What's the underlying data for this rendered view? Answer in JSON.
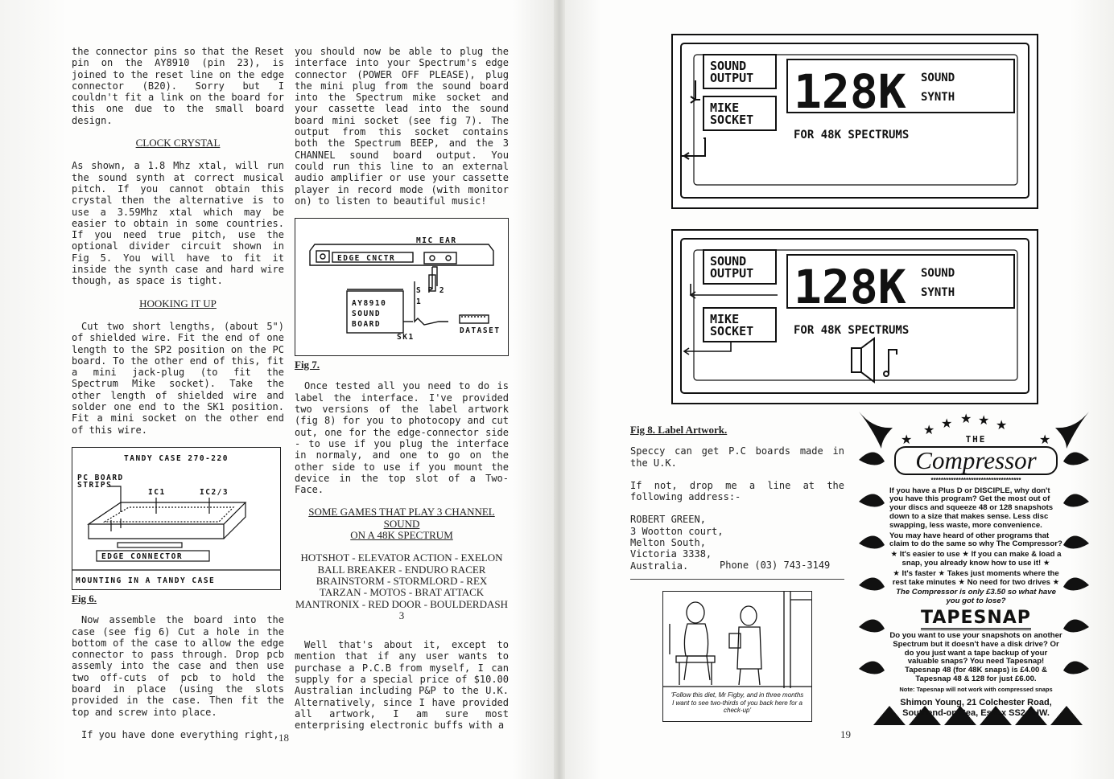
{
  "page_left": {
    "folio": "18",
    "col1": {
      "intro": "the connector pins so that the Reset pin on the AY8910 (pin 23), is joined to the reset line on the edge connector (B20). Sorry but I couldn't fit a link on the board for this one due to the small board design.",
      "h_crystal": "CLOCK CRYSTAL",
      "crystal": "As shown, a 1.8 Mhz xtal, will run the sound synth at correct musical pitch. If you cannot obtain this crystal then the alternative is to use a 3.59Mhz xtal which may be easier to obtain in some countries. If you need true pitch, use the optional divider circuit shown in Fig 5. You will have to fit it inside the synth case and hard wire though, as space is tight.",
      "h_hook": "HOOKING IT UP",
      "hook": "Cut two short lengths, (about 5\") of shielded wire. Fit the end of one length to the SP2 position on the PC board. To the other end of this, fit a mini jack-plug (to fit the Spectrum Mike socket). Take the other length of shielded wire and solder one end to the SK1 position. Fit a mini socket on the other end of this wire.",
      "fig6": {
        "title": "TANDY CASE 270-220",
        "pc_board": "PC BOARD",
        "strips": "STRIPS",
        "ic1": "IC1",
        "ic23": "IC2/3",
        "edge": "EDGE CONNECTOR",
        "mounting": "MOUNTING IN A TANDY CASE",
        "caption": "Fig 6."
      },
      "assemble": "Now assemble the board into the case (see fig 6) Cut a hole in the bottom of the case to allow the edge connector to pass through. Drop pcb assemly into the case and then use two off-cuts of pcb to hold the board in place (using the slots provided in the case. Then fit the top and screw into place.",
      "done": "If you have done everything right,"
    },
    "col2": {
      "plug": "you should now be able to plug the interface into your Spectrum's edge connector (POWER OFF PLEASE), plug the mini plug from the sound board into the Spectrum mike socket and your cassette lead into the sound board mini socket (see fig 7). The output from this socket contains both the Spectrum BEEP, and the 3 CHANNEL sound board output. You could run this line to an external audio amplifier or use your cassette player in record mode (with monitor on) to listen to beautiful music!",
      "fig7": {
        "mic_ear": "MIC EAR",
        "edge": "EDGE CNCTR",
        "ay": "AY8910",
        "sound": "SOUND",
        "board": "BOARD",
        "sp": "S P 2",
        "one": "1",
        "sk1": "SK1",
        "dataset": "DATASET",
        "caption": "Fig 7."
      },
      "tested": "Once tested all you need to do is label the interface. I've provided two versions of the label artwork (fig 8) for you to photocopy and cut out, one for the edge-connector side - to use if you plug the interface in normaly, and one to go on the other side to use if you mount the device in the top slot of a Two-Face.",
      "h_games_1": "SOME GAMES THAT PLAY 3 CHANNEL SOUND",
      "h_games_2": "ON A 48K SPECTRUM",
      "games": [
        "HOTSHOT - ELEVATOR ACTION - EXELON",
        "BALL BREAKER - ENDURO RACER",
        "BRAINSTORM - STORMLORD - REX",
        "TARZAN - MOTOS - BRAT ATTACK",
        "MANTRONIX - RED DOOR - BOULDERDASH 3"
      ],
      "wellthats": "Well that's about it, except to mention that if any user wants to purchase a P.C.B from myself, I can supply for a special price of $10.00 Australian including P&P to the U.K. Alternatively, since I have provided all artwork, I am sure most enterprising electronic buffs with a"
    }
  },
  "page_right": {
    "folio": "19",
    "label1": {
      "sound": "SOUND",
      "output": "OUTPUT",
      "mike": "MIKE",
      "socket": "SOCKET",
      "big": "128K",
      "synth1": "SOUND",
      "synth2": "SYNTH",
      "for": "FOR 48K SPECTRUMS"
    },
    "label2": {
      "sound": "SOUND",
      "output": "OUTPUT",
      "mike": "MIKE",
      "socket": "SOCKET",
      "big": "128K",
      "synth1": "SOUND",
      "synth2": "SYNTH",
      "for": "FOR 48K SPECTRUMS"
    },
    "fig8_caption": "Fig 8. Label Artwork.",
    "pcb": "Speccy can get P.C boards made in the U.K.",
    "ifnot": "If not, drop me a line at the following address:-",
    "address": [
      "ROBERT GREEN,",
      "3 Wootton court,",
      "Melton South,",
      "Victoria 3338,",
      "Australia."
    ],
    "phone": "Phone (03) 743-3149",
    "cartoon_caption": "'Follow this diet, Mr Figby, and in three months I want to see two-thirds of you back here for a check-up'",
    "ad": {
      "the": "THE",
      "compressor": "Compressor",
      "stars": "************************************",
      "p1": "If you have a Plus D or DISCIPLE, why don't you have this program? Get the most out of your discs and squeeze 48 or 128 snapshots down to a size that makes sense. Less disc swapping, less waste, more convenience.",
      "p2": "You may have heard of other programs that claim to do the same so why The Compressor?",
      "p3": "★ It's easier to use ★ If you can make & load a snap, you already know how to use it! ★",
      "p4": "★ It's faster ★ Takes just moments where the rest take minutes ★ No need for two drives ★",
      "p5": "The Compressor is only £3.50 so what have you got to lose?",
      "tapesnap": "TAPESNAP",
      "p6": "Do you want to use your snapshots on another Spectrum but it doesn't have a disk drive? Or do you just want a tape backup of your valuable snaps? You need Tapesnap!",
      "p7": "Tapesnap 48 (for 48K snaps) is £4.00 &",
      "p8": "Tapesnap 48 & 128 for just £6.00.",
      "note": "Note: Tapesnap will not work with compressed snaps",
      "addr1": "Shimon Young, 21 Colchester Road,",
      "addr2": "Southend-on-Sea, Essex SS2 6HW."
    }
  }
}
